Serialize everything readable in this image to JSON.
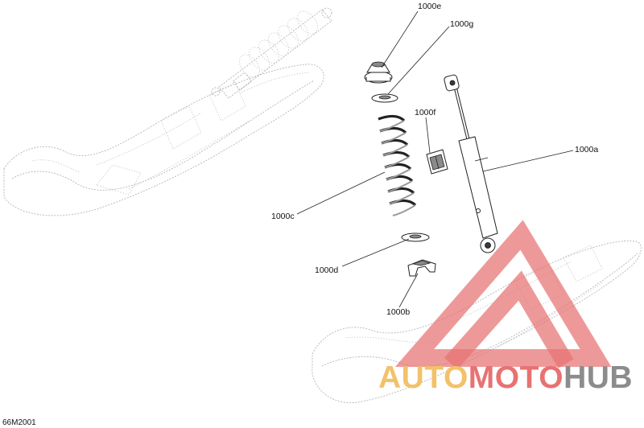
{
  "figure_code": "66M2001",
  "callouts": {
    "c1000a": "1000a",
    "c1000b": "1000b",
    "c1000c": "1000c",
    "c1000d": "1000d",
    "c1000e": "1000e",
    "c1000f": "1000f",
    "c1000g": "1000g"
  },
  "watermark": {
    "part1": "AUTO",
    "part2": "MOTO",
    "part3": "HUB",
    "colors": {
      "auto": "#f2c26a",
      "moto": "#e87272",
      "hub": "#8c8c8c",
      "logo": "#e87272"
    }
  }
}
